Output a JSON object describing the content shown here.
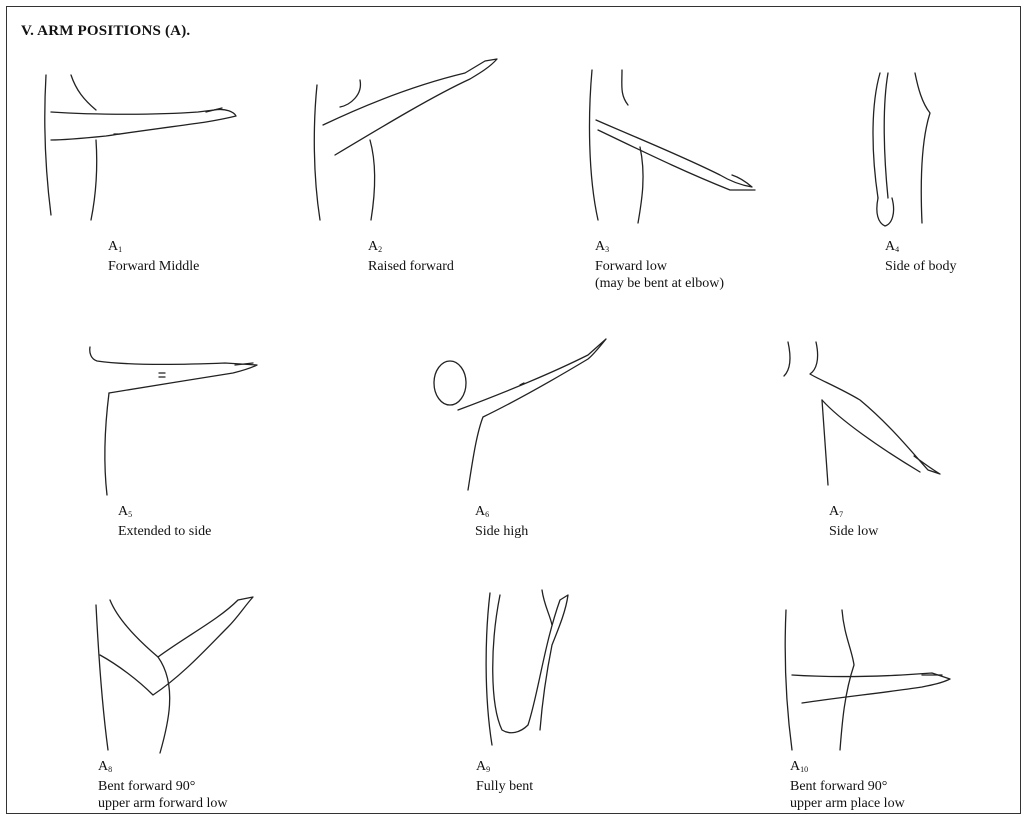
{
  "title": "V. ARM POSITIONS (A).",
  "positions": [
    {
      "code": "A",
      "sub": "1",
      "lines": [
        "Forward Middle"
      ]
    },
    {
      "code": "A",
      "sub": "2",
      "lines": [
        "Raised forward"
      ]
    },
    {
      "code": "A",
      "sub": "3",
      "lines": [
        "Forward low",
        "(may be bent at elbow)"
      ]
    },
    {
      "code": "A",
      "sub": "4",
      "lines": [
        "Side of body"
      ]
    },
    {
      "code": "A",
      "sub": "5",
      "lines": [
        "Extended to side"
      ]
    },
    {
      "code": "A",
      "sub": "6",
      "lines": [
        "Side high"
      ]
    },
    {
      "code": "A",
      "sub": "7",
      "lines": [
        "Side low"
      ]
    },
    {
      "code": "A",
      "sub": "8",
      "lines": [
        "Bent forward 90°",
        "upper arm forward low"
      ]
    },
    {
      "code": "A",
      "sub": "9",
      "lines": [
        "Fully bent"
      ]
    },
    {
      "code": "A",
      "sub": "10",
      "lines": [
        "Bent forward 90°",
        "upper arm place low"
      ]
    }
  ]
}
